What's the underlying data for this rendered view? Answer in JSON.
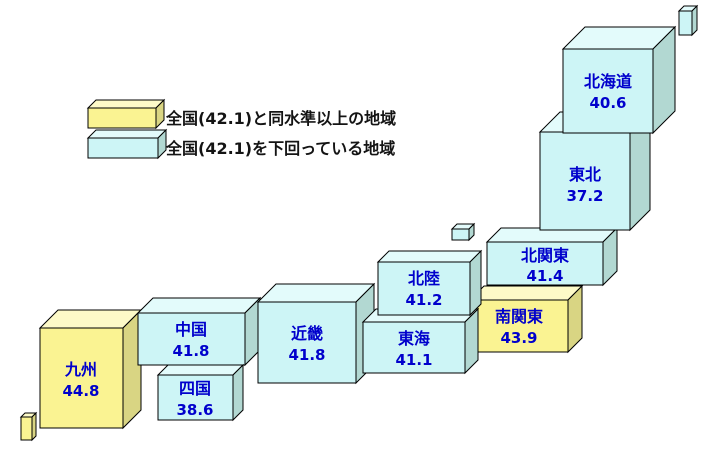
{
  "legend": {
    "above": {
      "label": "全国(42.1)と同水準以上の地域",
      "color": "#faf392"
    },
    "below": {
      "label": "全国(42.1)を下回っている地域",
      "color": "#cdf5f6"
    }
  },
  "regions": {
    "hokkaido": {
      "name": "北海道",
      "value": "40.6",
      "status": "below"
    },
    "tohoku": {
      "name": "東北",
      "value": "37.2",
      "status": "below"
    },
    "kita_kanto": {
      "name": "北関東",
      "value": "41.4",
      "status": "below"
    },
    "minami_kanto": {
      "name": "南関東",
      "value": "43.9",
      "status": "above"
    },
    "hokuriku": {
      "name": "北陸",
      "value": "41.2",
      "status": "below"
    },
    "tokai": {
      "name": "東海",
      "value": "41.1",
      "status": "below"
    },
    "kinki": {
      "name": "近畿",
      "value": "41.8",
      "status": "below"
    },
    "chugoku": {
      "name": "中国",
      "value": "41.8",
      "status": "below"
    },
    "shikoku": {
      "name": "四国",
      "value": "38.6",
      "status": "below"
    },
    "kyushu": {
      "name": "九州",
      "value": "44.8",
      "status": "above"
    }
  },
  "colors": {
    "above_front": "#faf392",
    "above_top": "#fdfac8",
    "above_side": "#d9d583",
    "below_front": "#cdf5f6",
    "below_top": "#e3fbfb",
    "below_side": "#b2d8d2",
    "value_text": "#0000cc",
    "outline": "#000000"
  },
  "chart_data": {
    "type": "heatmap",
    "subtype": "japan-region-cartogram",
    "title": "",
    "categories": [
      "北海道",
      "東北",
      "北関東",
      "南関東",
      "北陸",
      "東海",
      "近畿",
      "中国",
      "四国",
      "九州"
    ],
    "values": [
      40.6,
      37.2,
      41.4,
      43.9,
      41.2,
      41.1,
      41.8,
      41.8,
      38.6,
      44.8
    ],
    "national_average": 42.1,
    "legend_entries": [
      "全国(42.1)と同水準以上の地域",
      "全国(42.1)を下回っている地域"
    ],
    "legend_position": "top-left",
    "above_regions": [
      "南関東",
      "九州"
    ],
    "below_regions": [
      "北海道",
      "東北",
      "北関東",
      "北陸",
      "東海",
      "近畿",
      "中国",
      "四国"
    ]
  }
}
